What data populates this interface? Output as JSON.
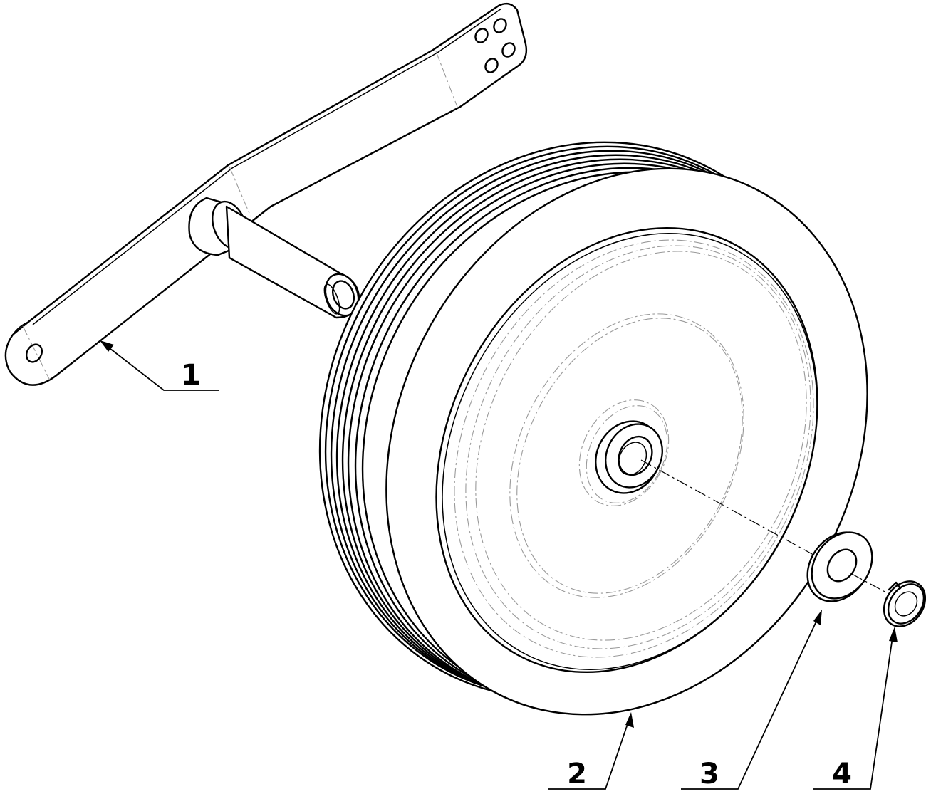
{
  "diagram": {
    "callouts": [
      {
        "id": "1",
        "label": "1"
      },
      {
        "id": "2",
        "label": "2"
      },
      {
        "id": "3",
        "label": "3"
      },
      {
        "id": "4",
        "label": "4"
      }
    ],
    "line_color": "#000000",
    "hidden_line_color": "#9a9a9a",
    "background_color": "#ffffff"
  }
}
